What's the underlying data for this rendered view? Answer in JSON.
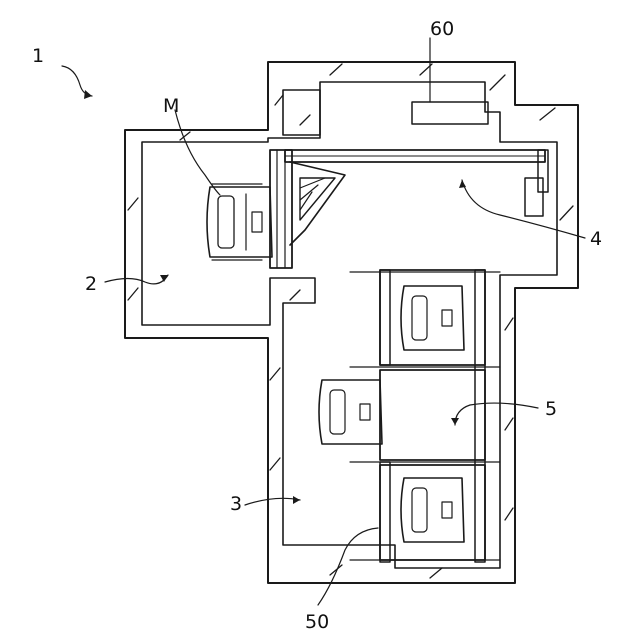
{
  "figure": {
    "labels": {
      "overall": "1",
      "entry_room": "2",
      "storage_room": "3",
      "transfer_device": "4",
      "parking_unit": "5",
      "control_panel": "60",
      "pallet": "50",
      "vehicle": "M"
    }
  },
  "colors": {
    "line": "#1a1a1a",
    "background": "#ffffff"
  }
}
